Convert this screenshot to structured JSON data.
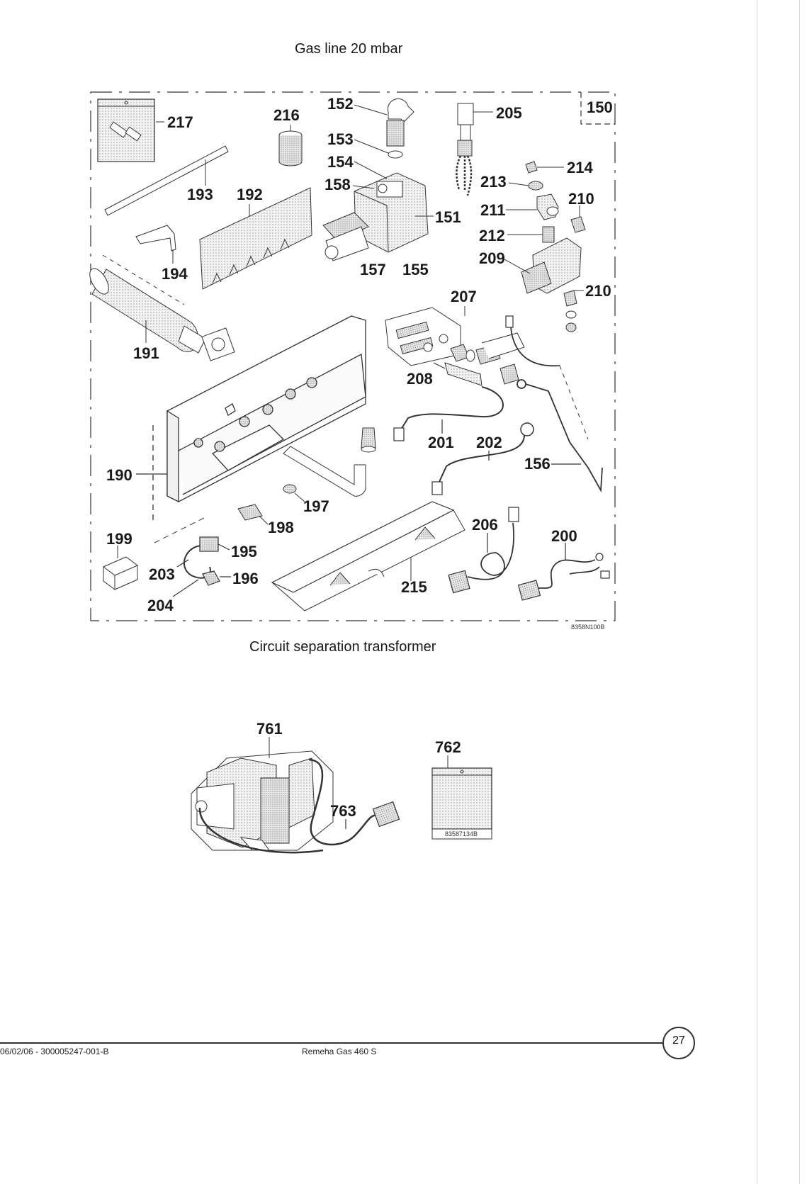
{
  "sections": {
    "gas_line_title": "Gas line 20 mbar",
    "transformer_title": "Circuit separation transformer"
  },
  "callouts": {
    "c150": "150",
    "c151": "151",
    "c152": "152",
    "c153": "153",
    "c154": "154",
    "c155": "155",
    "c156": "156",
    "c157": "157",
    "c158": "158",
    "c190": "190",
    "c191": "191",
    "c192": "192",
    "c193": "193",
    "c194": "194",
    "c195": "195",
    "c196": "196",
    "c197": "197",
    "c198": "198",
    "c199": "199",
    "c200": "200",
    "c201": "201",
    "c202": "202",
    "c203": "203",
    "c204": "204",
    "c205": "205",
    "c206": "206",
    "c207": "207",
    "c208": "208",
    "c209": "209",
    "c210a": "210",
    "c210b": "210",
    "c211": "211",
    "c212": "212",
    "c213": "213",
    "c214": "214",
    "c215": "215",
    "c216": "216",
    "c217": "217",
    "c761": "761",
    "c762": "762",
    "c763": "763"
  },
  "drawing_codes": {
    "gas_line": "8358N100B",
    "bag": "83587134B"
  },
  "footer": {
    "doc_ref": "06/02/06 - 300005247-001-B",
    "product": "Remeha Gas 460 S",
    "page_number": "27"
  }
}
